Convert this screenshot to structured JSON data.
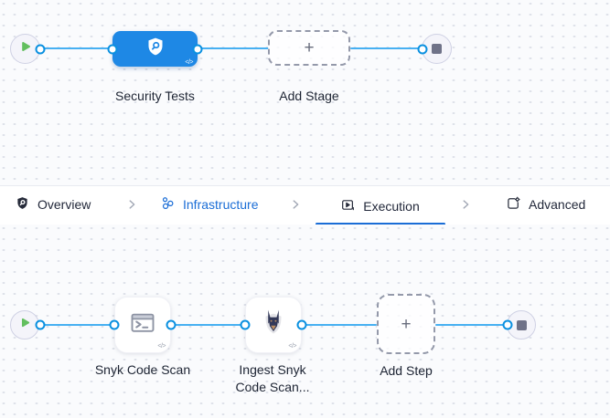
{
  "stage_graph": {
    "stage_name": "Security Tests",
    "add_stage_label": "Add Stage",
    "code_view_glyph": "</>"
  },
  "tab_bar": {
    "tabs": [
      {
        "label": "Overview",
        "icon": "shield-scan-icon",
        "state": "default"
      },
      {
        "label": "Infrastructure",
        "icon": "infrastructure-icon",
        "state": "highlighted-blue"
      },
      {
        "label": "Execution",
        "icon": "execution-icon",
        "state": "active-underlined"
      },
      {
        "label": "Advanced",
        "icon": "advanced-gear-icon",
        "state": "default"
      }
    ]
  },
  "execution_graph": {
    "steps": [
      {
        "label": "Snyk Code Scan",
        "icon": "terminal-icon"
      },
      {
        "label": "Ingest Snyk Code Scan...",
        "icon": "snyk-dog-icon"
      }
    ],
    "add_step_label": "Add Step",
    "code_view_glyph": "</>"
  },
  "colors": {
    "stage_node_blue": "#1e88e5",
    "connector_line_blue": "#47b0f2",
    "port_ring_blue": "#0a90e0",
    "active_tab_blue": "#1a6dd6",
    "play_green": "#63bf5f",
    "stop_gray": "#6f7288",
    "canvas_bg": "#fafbfd"
  }
}
